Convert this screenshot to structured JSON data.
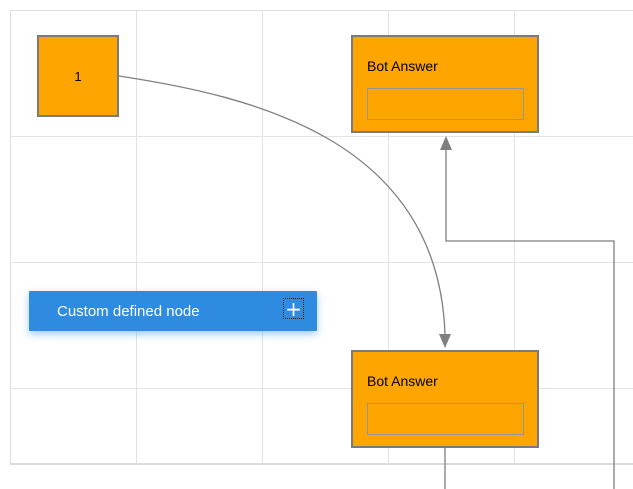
{
  "canvas": {
    "background": "#ffffff",
    "grid_color": "#e3e3e3",
    "border_color": "#dedede"
  },
  "nodes": {
    "start": {
      "label": "1",
      "fill": "#ffa500",
      "border_color": "#7a7a7a"
    },
    "bot_answer_top": {
      "title": "Bot Answer",
      "fill": "#ffa500",
      "border_color": "#7a7a7a",
      "field_value": "",
      "field_placeholder": ""
    },
    "bot_answer_bottom": {
      "title": "Bot Answer",
      "fill": "#ffa500",
      "border_color": "#7a7a7a",
      "field_value": "",
      "field_placeholder": ""
    },
    "custom": {
      "label": "Custom defined node",
      "fill": "#2e8bdf",
      "text_color": "#ffffff",
      "plus_glyph": "+"
    }
  },
  "connectors": {
    "stroke_color": "#7f7f7f",
    "arrow_color": "#7f7f7f"
  }
}
